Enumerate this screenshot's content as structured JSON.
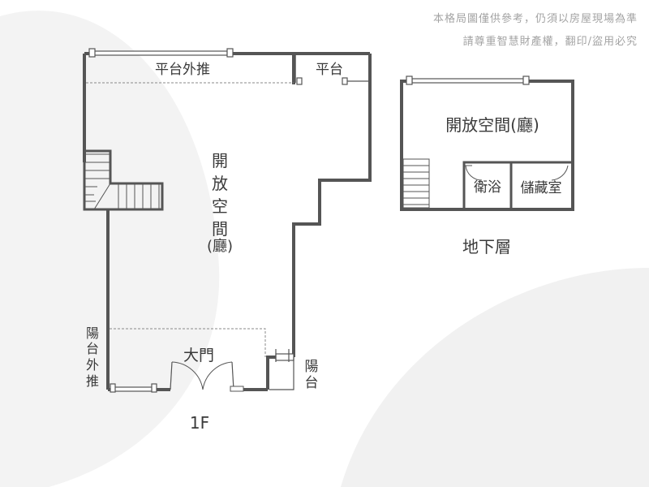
{
  "notice": {
    "line1": "本格局圖僅供參考，仍須以房屋現場為準",
    "line2": "請尊重智慧財產權，翻印/盜用必究"
  },
  "floor_1f": {
    "label": "1F",
    "platform_ext": "平台外推",
    "platform": "平台",
    "open_space": [
      "開",
      "放",
      "空",
      "間"
    ],
    "hall": "(廳)",
    "main_door": "大門",
    "balcony_ext": [
      "陽",
      "台",
      "外",
      "推"
    ],
    "balcony": [
      "陽",
      "台"
    ]
  },
  "floor_basement": {
    "label": "地下層",
    "open_space": "開放空間(廳)",
    "bathroom": "衛浴",
    "storage": "儲藏室"
  }
}
